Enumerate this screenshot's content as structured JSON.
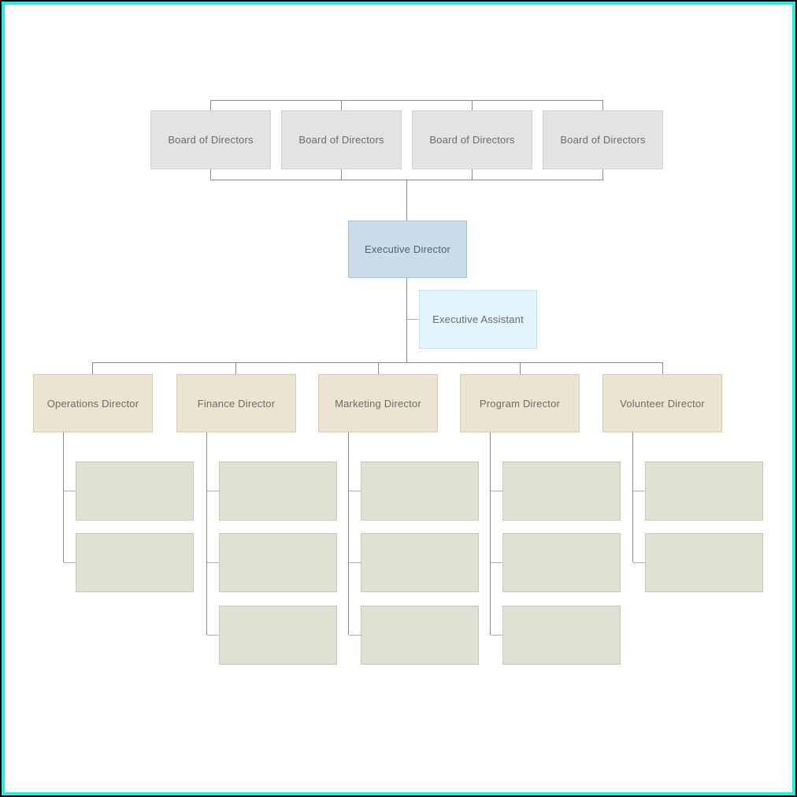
{
  "frame": {
    "outer_border_color": "#000000",
    "accent_border_color": "#2be8e1",
    "background": "#ffffff"
  },
  "palette": {
    "page_bg": "#ffffff",
    "board_fill": "#e3e3e3",
    "board_border": "#d2d2d2",
    "exec_fill": "#ccdbe9",
    "exec_border": "#a8c4da",
    "assistant_fill": "#e3f3fb",
    "assistant_border": "#c6e3f2",
    "director_fill": "#ede3d1",
    "director_border": "#dbccb0",
    "report_fill": "#e0e0d3",
    "report_border": "#c7c7ba",
    "connector": "#8c8c8c",
    "connector_light": "#b0b0b0",
    "text": "#6b6b6b",
    "text_exec": "#53616e"
  },
  "chart": {
    "type": "org-chart",
    "board": {
      "items": [
        {
          "label": "Board of Directors"
        },
        {
          "label": "Board of Directors"
        },
        {
          "label": "Board of Directors"
        },
        {
          "label": "Board of Directors"
        }
      ]
    },
    "executive": {
      "label": "Executive Director"
    },
    "assistant": {
      "label": "Executive Assistant"
    },
    "directors": [
      {
        "label": "Operations Director",
        "empty_reports": 2
      },
      {
        "label": "Finance Director",
        "empty_reports": 3
      },
      {
        "label": "Marketing Director",
        "empty_reports": 3
      },
      {
        "label": "Program Director",
        "empty_reports": 3
      },
      {
        "label": "Volunteer Director",
        "empty_reports": 2
      }
    ]
  }
}
